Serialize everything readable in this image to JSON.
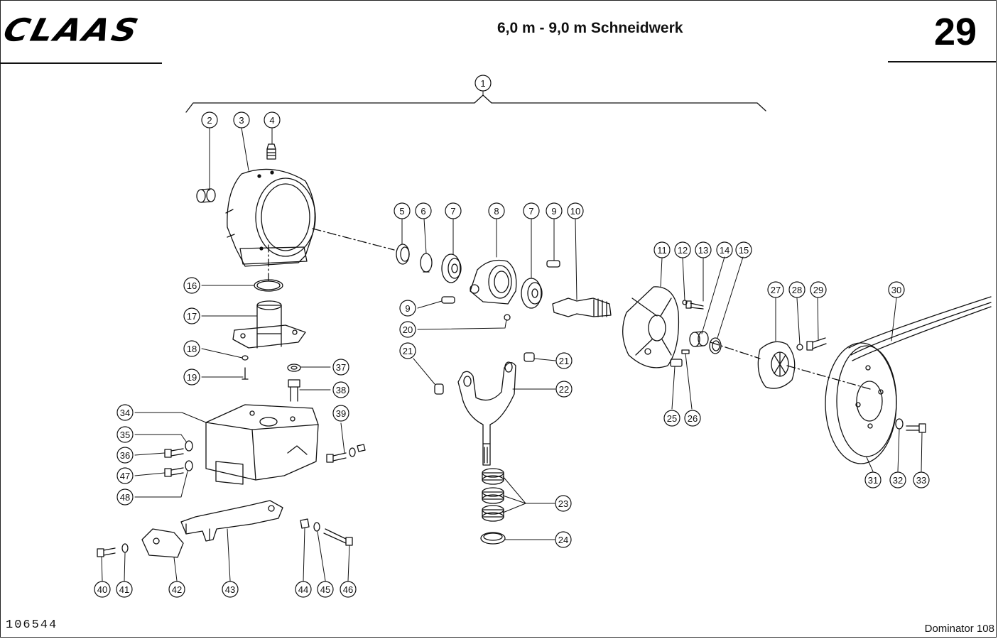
{
  "header": {
    "logo_text": "CLAAS",
    "title": "6,0 m - 9,0 m Schneidwerk",
    "page_number": "29"
  },
  "footer": {
    "document_number": "106544",
    "model": "Dominator 108"
  },
  "callouts": [
    "1",
    "2",
    "3",
    "4",
    "5",
    "6",
    "7",
    "7",
    "8",
    "9",
    "9",
    "10",
    "11",
    "12",
    "13",
    "14",
    "15",
    "16",
    "17",
    "18",
    "19",
    "20",
    "21",
    "21",
    "22",
    "23",
    "24",
    "25",
    "26",
    "27",
    "28",
    "29",
    "30",
    "31",
    "32",
    "33",
    "34",
    "35",
    "36",
    "37",
    "38",
    "39",
    "40",
    "41",
    "42",
    "43",
    "44",
    "45",
    "46",
    "47",
    "48"
  ],
  "colors": {
    "ink": "#111111",
    "paper": "#ffffff"
  }
}
